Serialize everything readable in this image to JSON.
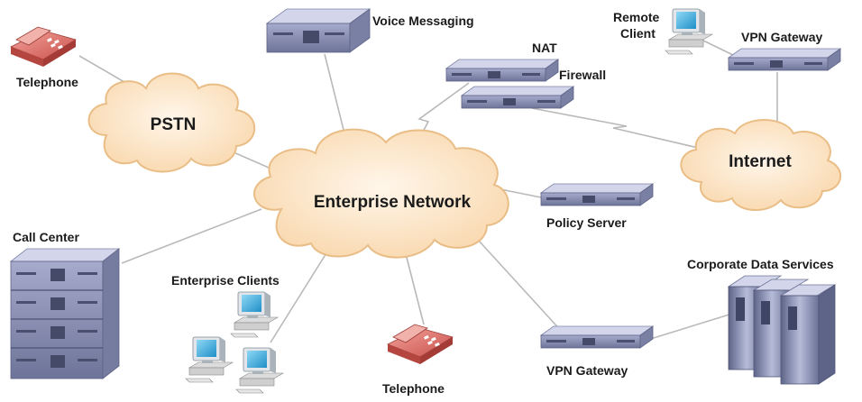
{
  "clouds": {
    "pstn": "PSTN",
    "enterprise": "Enterprise Network",
    "internet": "Internet"
  },
  "labels": {
    "telephone_top": "Telephone",
    "voice_messaging": "Voice Messaging",
    "nat": "NAT",
    "firewall": "Firewall",
    "remote_client_line1": "Remote",
    "remote_client_line2": "Client",
    "vpn_gateway_top": "VPN Gateway",
    "policy_server": "Policy Server",
    "call_center": "Call Center",
    "enterprise_clients": "Enterprise Clients",
    "telephone_bottom": "Telephone",
    "corporate_data_services": "Corporate Data Services",
    "vpn_gateway_bottom": "VPN Gateway"
  },
  "colors": {
    "cloud_fill": "#fbe3c4",
    "cloud_stroke": "#e9bd86",
    "server_face": "#8d93b8",
    "server_top": "#c5c9e0",
    "phone": "#e07a74",
    "monitor_screen": "#4bb6e4",
    "link": "#b9b9b9"
  }
}
